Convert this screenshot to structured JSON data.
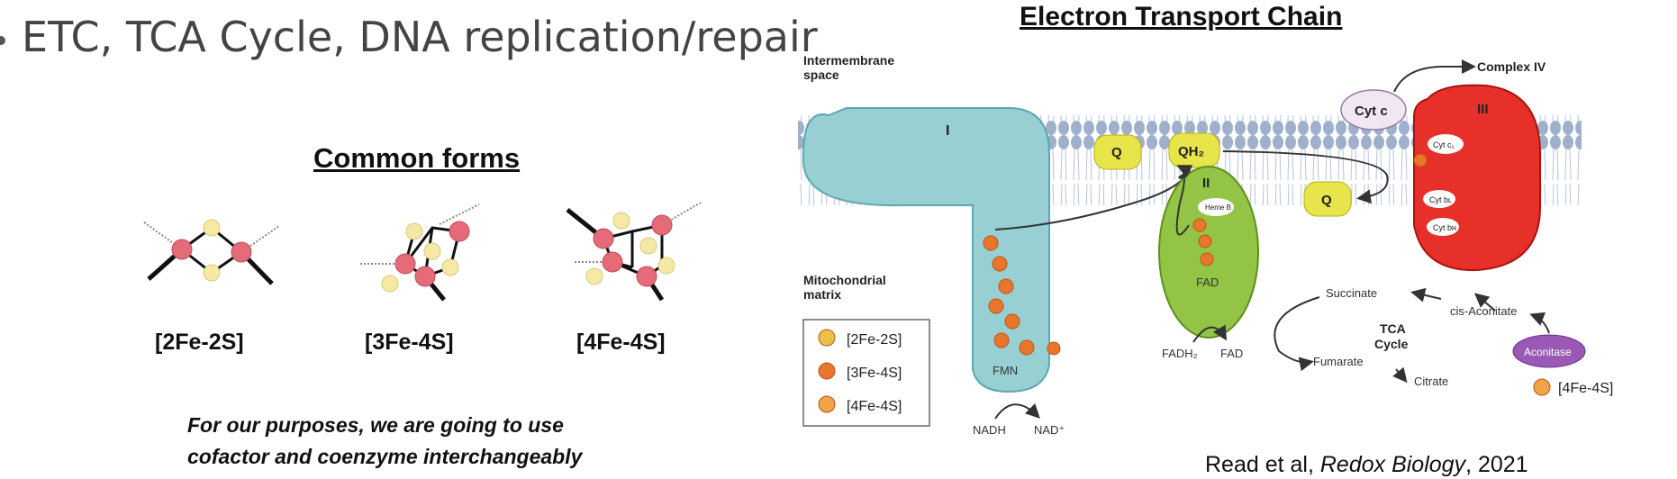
{
  "header": {
    "bullet_text": "ETC, TCA Cycle, DNA replication/repair"
  },
  "common_forms": {
    "title": "Common forms",
    "clusters": [
      {
        "label": "[2Fe-2S]"
      },
      {
        "label": "[3Fe-4S]"
      },
      {
        "label": "[4Fe-4S]"
      }
    ],
    "note_line1": "For our purposes, we are going to use",
    "note_line2": "cofactor and coenzyme interchangeably"
  },
  "etc": {
    "title": "Electron Transport Chain",
    "intermembrane_label_1": "Intermembrane",
    "intermembrane_label_2": "space",
    "matrix_label_1": "Mitochondrial",
    "matrix_label_2": "matrix",
    "complex_I": "I",
    "complex_II": "II",
    "complex_III": "III",
    "complex_IV_arrow": "Complex IV",
    "cyt_c": "Cyt c",
    "cyt_c1": "Cyt c₁",
    "cyt_bL": "Cyt bʟ",
    "cyt_bH": "Cyt bʜ",
    "heme_b": "Heme B",
    "q_left": "Q",
    "qh2": "QH₂",
    "q_right": "Q",
    "fmn": "FMN",
    "nadh": "NADH",
    "nad": "NAD⁺",
    "fad": "FAD",
    "fadh2": "FADH₂",
    "fad2": "FAD",
    "legend": [
      "[2Fe-2S]",
      "[3Fe-4S]",
      "[4Fe-4S]"
    ],
    "tca": {
      "succinate": "Succinate",
      "cis_aconitate": "cis-Aconitate",
      "tca_line1": "TCA",
      "tca_line2": "Cycle",
      "fumarate": "Fumarate",
      "citrate": "Citrate",
      "aconitase": "Aconitase",
      "cluster_label": "[4Fe-4S]"
    }
  },
  "citation": {
    "authors": "Read et al, ",
    "journal": "Redox Biology",
    "year": ", 2021"
  },
  "colors": {
    "fe": "#e56b78",
    "s": "#f6e9a6",
    "complex_I": "#97cfd2",
    "complex_II": "#93c446",
    "complex_III": "#e8302a",
    "quinone": "#e8e54a",
    "membrane": "#9fb0cc",
    "aconitase": "#9b59b6"
  }
}
